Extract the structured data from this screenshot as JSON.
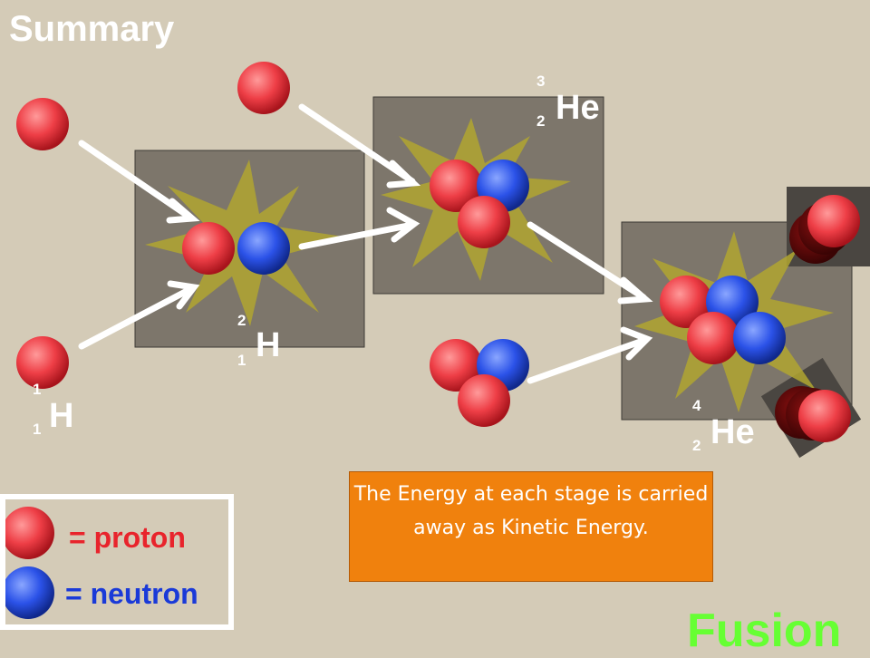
{
  "title": "Summary",
  "colors": {
    "proton": "#e8323c",
    "neutron": "#2a4ee0",
    "arrow": "#ffffff",
    "note_bg": "#f0810d",
    "fusion": "#66ff33"
  },
  "labels": {
    "h1": {
      "mass": "1",
      "atomic": "1",
      "symbol": "H"
    },
    "h2": {
      "mass": "2",
      "atomic": "1",
      "symbol": "H"
    },
    "he3": {
      "mass": "3",
      "atomic": "2",
      "symbol": "He"
    },
    "he4": {
      "mass": "4",
      "atomic": "2",
      "symbol": "He"
    }
  },
  "legend": {
    "proton_label": "= proton",
    "neutron_label": "= neutron"
  },
  "note": "The Energy at each stage is carried away as Kinetic Energy.",
  "footer": "Fusion"
}
